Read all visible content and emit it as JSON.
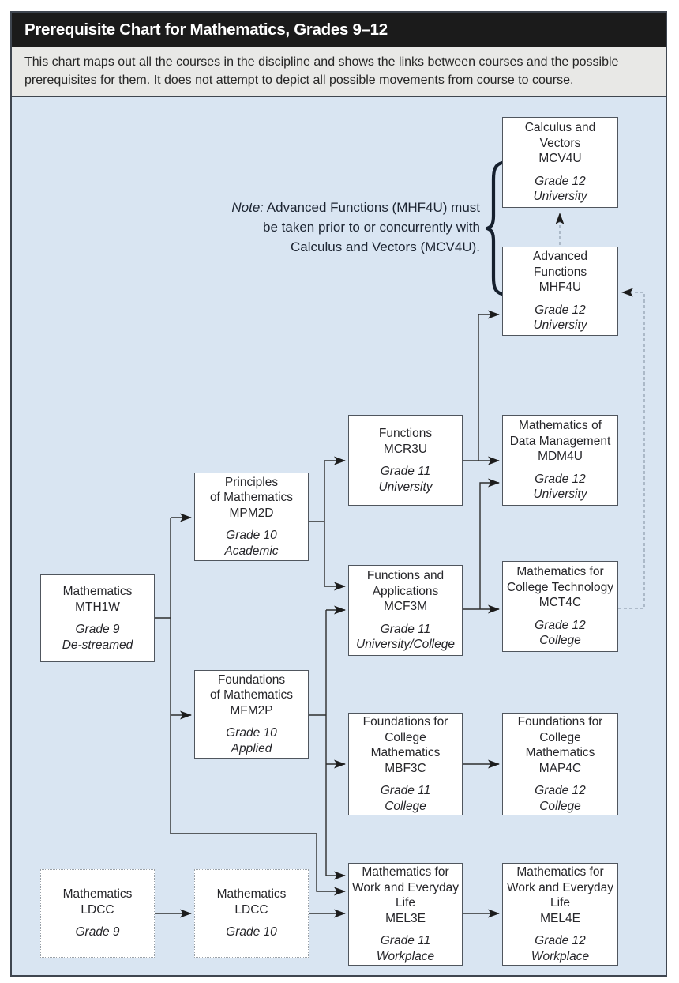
{
  "header": {
    "title": "Prerequisite Chart for Mathematics, Grades 9–12"
  },
  "intro": {
    "text": "This chart maps out all the courses in the discipline and shows the links between courses and the possible\nprerequisites for them. It does not attempt to depict all possible movements from course to course."
  },
  "note": {
    "label": "Note:",
    "text": " Advanced Functions (MHF4U) must\nbe taken prior to or concurrently with\nCalculus and Vectors (MCV4U)."
  },
  "courses": [
    {
      "id": "MCV4U",
      "title": "Calculus and\nVectors\nMCV4U",
      "grade": "Grade 12\nUniversity"
    },
    {
      "id": "MHF4U",
      "title": "Advanced\nFunctions\nMHF4U",
      "grade": "Grade 12\nUniversity"
    },
    {
      "id": "MCR3U",
      "title": "Functions\nMCR3U",
      "grade": "Grade 11\nUniversity"
    },
    {
      "id": "MDM4U",
      "title": "Mathematics of\nData Management\nMDM4U",
      "grade": "Grade 12\nUniversity"
    },
    {
      "id": "MPM2D",
      "title": "Principles\nof Mathematics\nMPM2D",
      "grade": "Grade 10\nAcademic"
    },
    {
      "id": "MCF3M",
      "title": "Functions and\nApplications\nMCF3M",
      "grade": "Grade 11\nUniversity/College"
    },
    {
      "id": "MCT4C",
      "title": "Mathematics for\nCollege Technology\nMCT4C",
      "grade": "Grade 12\nCollege"
    },
    {
      "id": "MTH1W",
      "title": "Mathematics\nMTH1W",
      "grade": "Grade 9\nDe-streamed"
    },
    {
      "id": "MFM2P",
      "title": "Foundations\nof Mathematics\nMFM2P",
      "grade": "Grade 10\nApplied"
    },
    {
      "id": "MBF3C",
      "title": "Foundations for\nCollege\nMathematics\nMBF3C",
      "grade": "Grade 11\nCollege"
    },
    {
      "id": "MAP4C",
      "title": "Foundations for\nCollege\nMathematics\nMAP4C",
      "grade": "Grade 12\nCollege"
    },
    {
      "id": "LDCC9",
      "title": "Mathematics\nLDCC",
      "grade": "Grade 9"
    },
    {
      "id": "LDCC10",
      "title": "Mathematics\nLDCC",
      "grade": "Grade 10"
    },
    {
      "id": "MEL3E",
      "title": "Mathematics for\nWork and Everyday\nLife\nMEL3E",
      "grade": "Grade 11\nWorkplace"
    },
    {
      "id": "MEL4E",
      "title": "Mathematics for\nWork and Everyday\nLife\nMEL4E",
      "grade": "Grade 12\nWorkplace"
    }
  ],
  "edges": {
    "solid": [
      [
        "MTH1W",
        "MPM2D"
      ],
      [
        "MTH1W",
        "MFM2P"
      ],
      [
        "MTH1W",
        "MEL3E"
      ],
      [
        "MPM2D",
        "MCR3U"
      ],
      [
        "MPM2D",
        "MCF3M"
      ],
      [
        "MFM2P",
        "MCF3M"
      ],
      [
        "MFM2P",
        "MBF3C"
      ],
      [
        "MFM2P",
        "MEL3E"
      ],
      [
        "MCR3U",
        "MHF4U"
      ],
      [
        "MCR3U",
        "MDM4U"
      ],
      [
        "MCF3M",
        "MDM4U"
      ],
      [
        "MCF3M",
        "MCT4C"
      ],
      [
        "MBF3C",
        "MAP4C"
      ],
      [
        "LDCC9",
        "LDCC10"
      ],
      [
        "LDCC10",
        "MEL3E"
      ],
      [
        "MEL3E",
        "MEL4E"
      ]
    ],
    "dashed": [
      [
        "MHF4U",
        "MCV4U"
      ],
      [
        "MCT4C",
        "MHF4U"
      ]
    ]
  },
  "colors": {
    "chart_bg": "#d9e5f2",
    "title_bar_bg": "#1b1b1b",
    "title_text": "#ffffff",
    "intro_bg": "#e8e8e6",
    "box_bg": "#ffffff",
    "box_border": "#50565e",
    "ldcc_border": "#9aa1a8",
    "connector": "#2e2e2e",
    "dashed_connector": "#93a1b1",
    "frame_border": "#3f4650"
  }
}
